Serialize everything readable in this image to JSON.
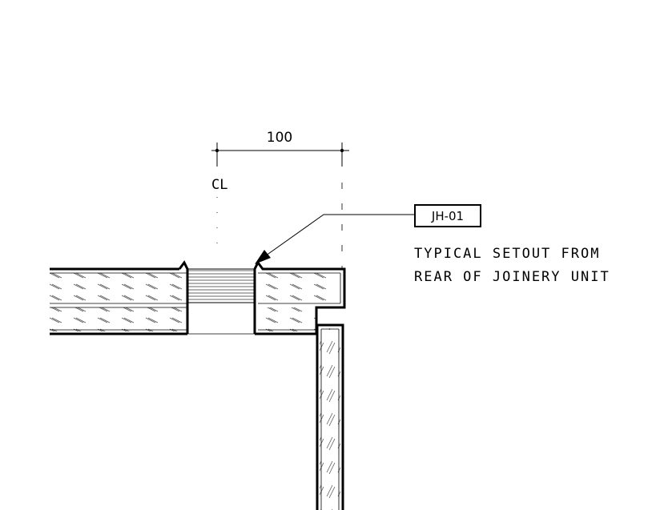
{
  "dimension": {
    "value": "100"
  },
  "centerline": {
    "label": "CL"
  },
  "tag": {
    "label": "JH-01"
  },
  "note": {
    "line1": "TYPICAL SETOUT FROM",
    "line2": "REAR OF JOINERY UNIT"
  },
  "colors": {
    "ink": "#000000",
    "background": "#ffffff",
    "hatch": "#555555"
  }
}
